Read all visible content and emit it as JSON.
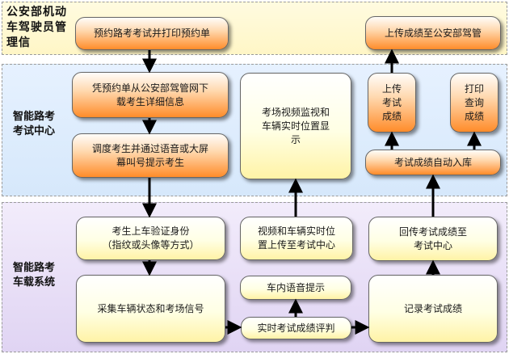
{
  "sections": {
    "top": "公安部机动车驾驶员管理信",
    "middle": "智能路考\n考试中心",
    "bottom": "智能路考\n车载系统"
  },
  "boxes": {
    "reserve_print": "预约路考考试并打印预约单",
    "upload_police": "上传成绩至公安部驾管",
    "download_info": "凭预约单从公安部驾管网下\n载考生详细信息",
    "video_monitor": "考场视频监视和\n车辆实时位置显\n示",
    "upload_score": "上传\n考试\n成绩",
    "print_score": "打印\n查询\n成绩",
    "dispatch": "调度考生并通过语音或大屏\n幕叫号提示考生",
    "auto_store": "考试成绩自动入库",
    "verify_id": "考生上车验证身份\n（指纹或头像等方式）",
    "upload_video": "视频和车辆实时位\n置上传至考试中心",
    "return_score": "回传考试成绩至\n考试中心",
    "collect_signals": "采集车辆状态和考场信号",
    "voice_prompt": "车内语音提示",
    "realtime_eval": "实时考试成绩评判",
    "record_score": "记录考试成绩"
  }
}
